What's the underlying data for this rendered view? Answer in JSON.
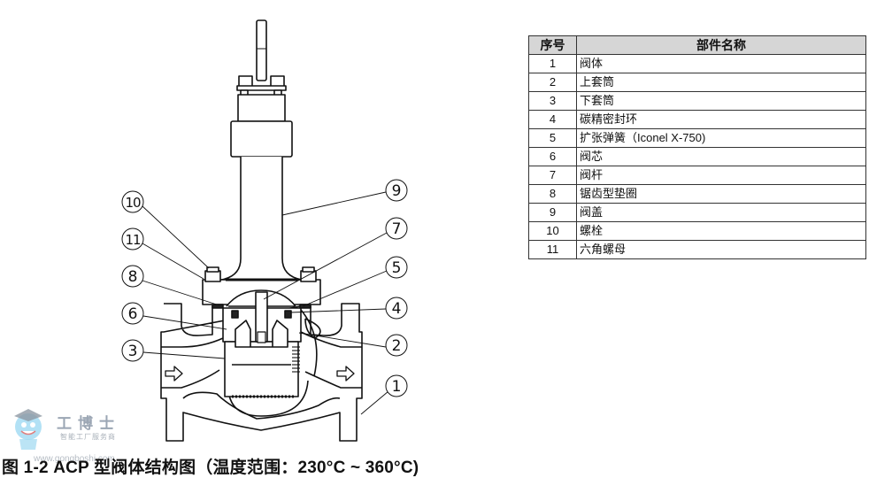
{
  "figure": {
    "caption": "图 1-2 ACP 型阀体结构图（温度范围：230°C ~ 360°C)",
    "watermark": {
      "brand": "工博士",
      "tagline": "智能工厂服务商",
      "url": "www.gongboshi.com"
    }
  },
  "diagram": {
    "callouts": [
      {
        "num": "10",
        "side": "left"
      },
      {
        "num": "11",
        "side": "left"
      },
      {
        "num": "8",
        "side": "left"
      },
      {
        "num": "6",
        "side": "left"
      },
      {
        "num": "3",
        "side": "left"
      },
      {
        "num": "9",
        "side": "right"
      },
      {
        "num": "7",
        "side": "right"
      },
      {
        "num": "5",
        "side": "right"
      },
      {
        "num": "4",
        "side": "right"
      },
      {
        "num": "2",
        "side": "right"
      },
      {
        "num": "1",
        "side": "right"
      }
    ],
    "flow_arrows": [
      "inlet-flow-arrow",
      "outlet-flow-arrow"
    ]
  },
  "parts_table": {
    "headers": [
      "序号",
      "部件名称"
    ],
    "rows": [
      {
        "num": "1",
        "name": "阀体"
      },
      {
        "num": "2",
        "name": "上套筒"
      },
      {
        "num": "3",
        "name": "下套筒"
      },
      {
        "num": "4",
        "name": "碳精密封环"
      },
      {
        "num": "5",
        "name": "扩张弹簧（Iconel X-750)"
      },
      {
        "num": "6",
        "name": "阀芯"
      },
      {
        "num": "7",
        "name": "阀杆"
      },
      {
        "num": "8",
        "name": "锯齿型垫圈"
      },
      {
        "num": "9",
        "name": "阀盖"
      },
      {
        "num": "10",
        "name": "螺栓"
      },
      {
        "num": "11",
        "name": "六角螺母"
      }
    ]
  }
}
